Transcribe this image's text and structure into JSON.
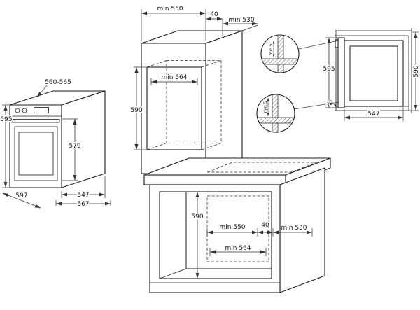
{
  "diagram": {
    "background": "#ffffff",
    "line_color": "#1c1c1c",
    "oven_view": {
      "height": "595",
      "niche_width_range": "560-565",
      "front_height": "579",
      "width": "597",
      "depth": "547",
      "depth_with_door": "567"
    },
    "tall_cabinet_view": {
      "min_width": "min 550",
      "rear_gap": "40",
      "min_depth": "min 530",
      "min_inner_width": "min 564",
      "niche_height": "590"
    },
    "detail_circles": {
      "top_clearance": "min 5",
      "bottom_clearance": "min 5"
    },
    "side_section_view": {
      "front_height": "595",
      "rear_height": "590",
      "bottom_clearance": "9",
      "depth": "547"
    },
    "base_cabinet_view": {
      "niche_height": "590",
      "min_width": "min 550",
      "rear_gap": "40",
      "min_depth": "min 530",
      "min_inner_width": "min 564"
    }
  }
}
